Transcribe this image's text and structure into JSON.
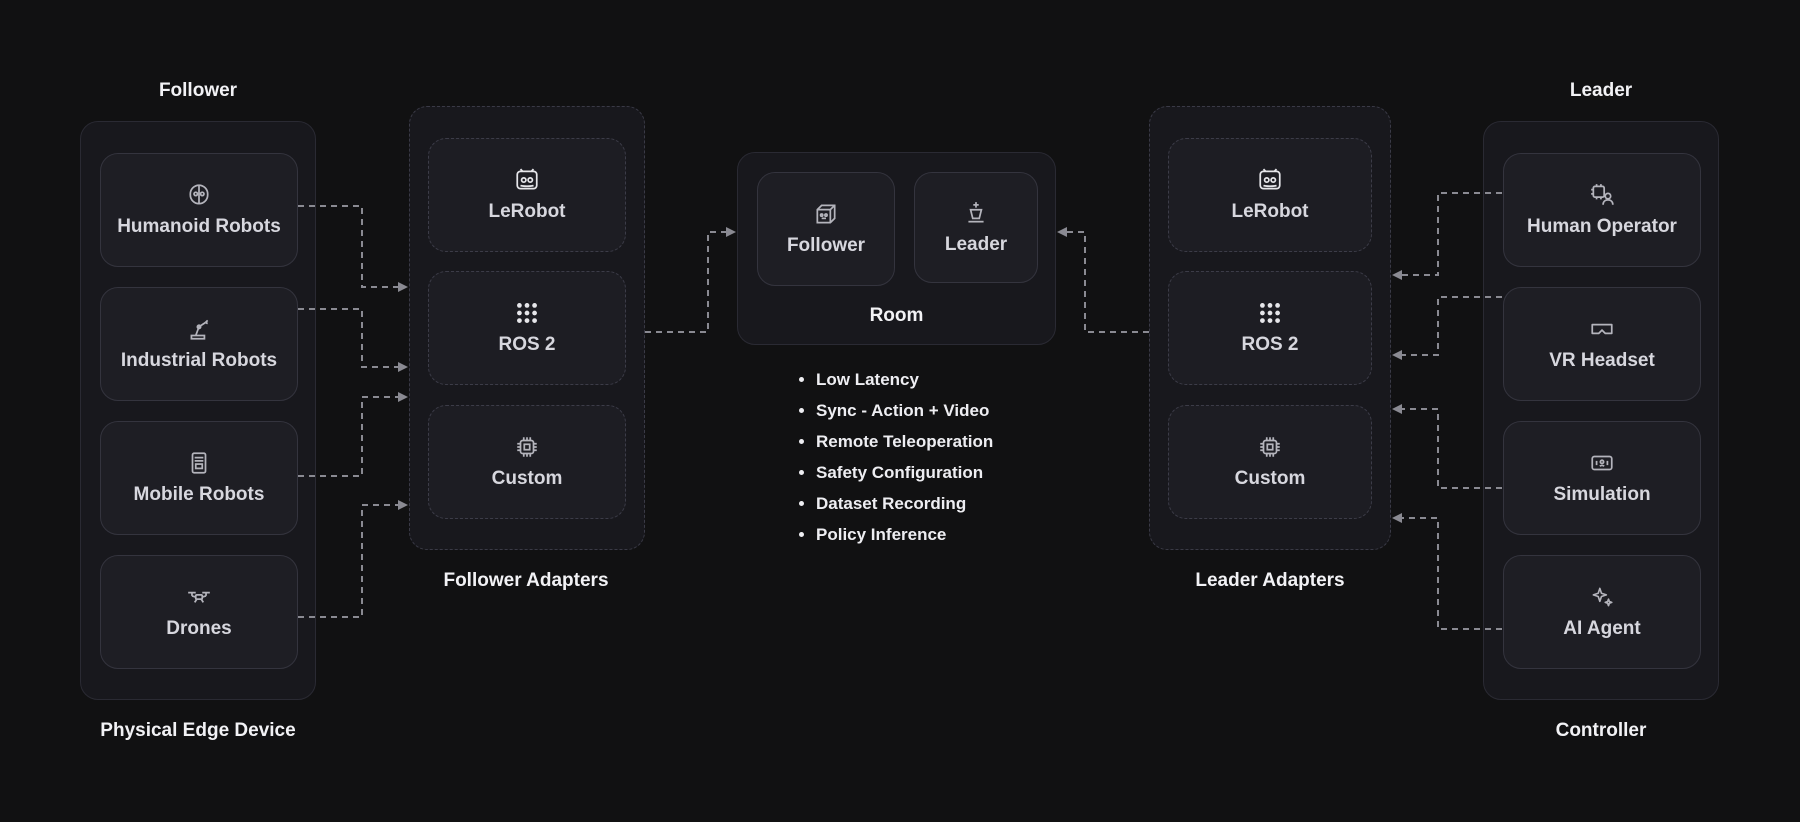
{
  "labels": {
    "follower_top": "Follower",
    "leader_top": "Leader",
    "physical_edge_device": "Physical Edge Device",
    "controller": "Controller",
    "follower_adapters": "Follower Adapters",
    "leader_adapters": "Leader Adapters"
  },
  "devices": [
    {
      "label": "Humanoid Robots",
      "icon": "humanoid-robot-icon"
    },
    {
      "label": "Industrial Robots",
      "icon": "robot-arm-icon"
    },
    {
      "label": "Mobile Robots",
      "icon": "mobile-robot-icon"
    },
    {
      "label": "Drones",
      "icon": "drone-icon"
    }
  ],
  "follower_adapters": [
    {
      "label": "LeRobot",
      "icon": "lerobot-icon"
    },
    {
      "label": "ROS 2",
      "icon": "ros-dots-icon"
    },
    {
      "label": "Custom",
      "icon": "chip-icon"
    }
  ],
  "room": {
    "title": "Room",
    "follower": {
      "label": "Follower",
      "icon": "cube-face-icon"
    },
    "leader": {
      "label": "Leader",
      "icon": "chess-king-icon"
    }
  },
  "features": [
    "Low Latency",
    "Sync - Action + Video",
    "Remote Teleoperation",
    "Safety Configuration",
    "Dataset Recording",
    "Policy Inference"
  ],
  "leader_adapters": [
    {
      "label": "LeRobot",
      "icon": "lerobot-icon"
    },
    {
      "label": "ROS 2",
      "icon": "ros-dots-icon"
    },
    {
      "label": "Custom",
      "icon": "chip-icon"
    }
  ],
  "controllers": [
    {
      "label": "Human Operator",
      "icon": "human-operator-icon"
    },
    {
      "label": "VR Headset",
      "icon": "vr-headset-icon"
    },
    {
      "label": "Simulation",
      "icon": "simulation-icon"
    },
    {
      "label": "AI Agent",
      "icon": "sparkles-icon"
    }
  ],
  "colors": {
    "background": "#111112",
    "connector": "#8a8a92"
  }
}
